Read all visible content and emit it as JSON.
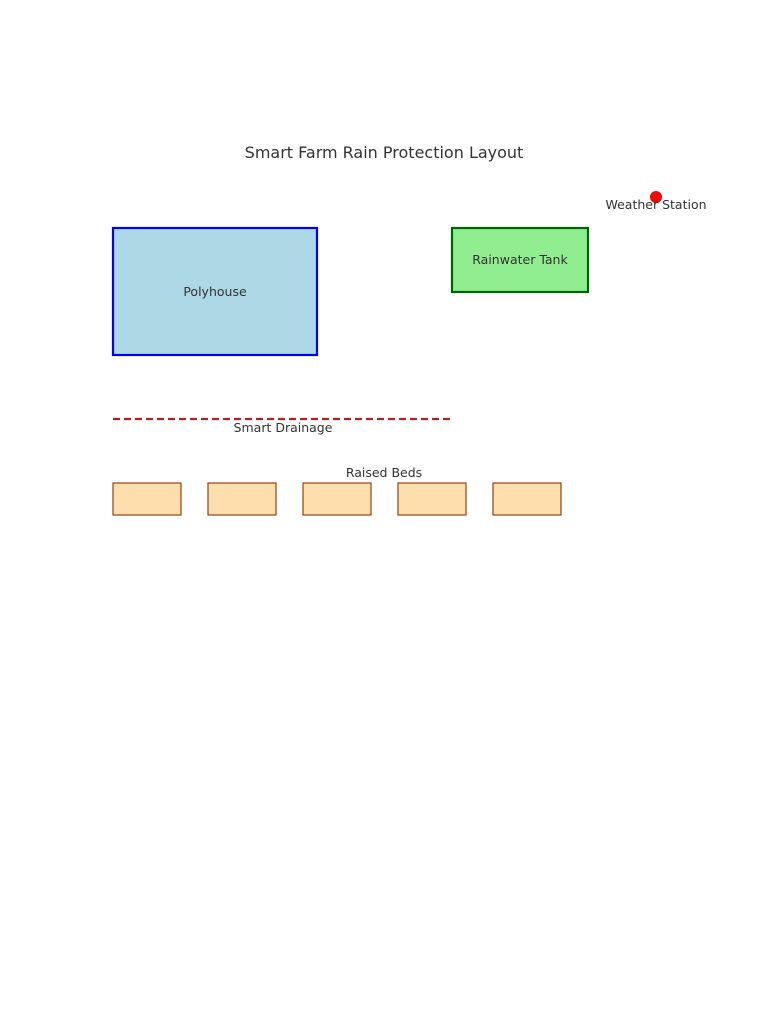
{
  "title": "Smart Farm Rain Protection Layout",
  "polyhouse": {
    "label": "Polyhouse",
    "fill": "#ADD8E6",
    "stroke": "#0000FF"
  },
  "rainwater_tank": {
    "label": "Rainwater Tank",
    "fill": "#90EE90",
    "stroke": "#006400"
  },
  "weather_station": {
    "label": "Weather Station",
    "marker_color": "#FF0000"
  },
  "smart_drainage": {
    "label": "Smart Drainage",
    "stroke": "#B22222",
    "style": "dashed"
  },
  "raised_beds": {
    "label": "Raised Beds",
    "count": 5,
    "fill": "#FFDEAD",
    "stroke": "#8B4513"
  }
}
